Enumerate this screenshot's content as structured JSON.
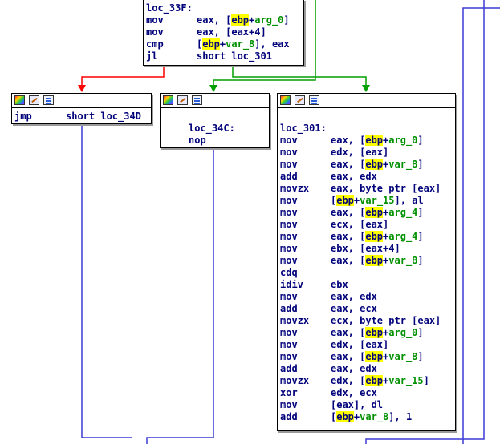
{
  "colors": {
    "branch_true": "#00a000",
    "branch_false": "#ff0000",
    "flow": "#3b3bd6",
    "highlight": "#ffff00"
  },
  "header_icons": [
    "color-palette-icon",
    "edit-icon",
    "graph-icon"
  ],
  "nodes": {
    "loc_33F": {
      "lines": [
        {
          "label": "loc_33F:"
        },
        {
          "mn": "mov",
          "op": [
            "eax, [",
            {
              "hl": "ebp"
            },
            "+",
            {
              "g": "arg_0"
            },
            "]"
          ]
        },
        {
          "mn": "mov",
          "op": [
            "eax, [eax+4]"
          ]
        },
        {
          "mn": "cmp",
          "op": [
            "[",
            {
              "hl": "ebp"
            },
            "+",
            {
              "g": "var_8"
            },
            "], eax"
          ]
        },
        {
          "mn": "jl",
          "op": [
            "short loc_301"
          ]
        }
      ]
    },
    "jmp_block": {
      "lines": [
        {
          "mn": "jmp",
          "op": [
            "short loc_34D"
          ]
        }
      ]
    },
    "loc_34C": {
      "lines": [
        {
          "label": ""
        },
        {
          "label": "loc_34C:"
        },
        {
          "mn": "nop",
          "op": [
            ""
          ]
        }
      ]
    },
    "loc_301": {
      "lines": [
        {
          "label": ""
        },
        {
          "label": "loc_301:"
        },
        {
          "mn": "mov",
          "op": [
            "eax, [",
            {
              "hl": "ebp"
            },
            "+",
            {
              "g": "arg_0"
            },
            "]"
          ]
        },
        {
          "mn": "mov",
          "op": [
            "edx, [eax]"
          ]
        },
        {
          "mn": "mov",
          "op": [
            "eax, [",
            {
              "hl": "ebp"
            },
            "+",
            {
              "g": "var_8"
            },
            "]"
          ]
        },
        {
          "mn": "add",
          "op": [
            "eax, edx"
          ]
        },
        {
          "mn": "movzx",
          "op": [
            "eax, byte ptr [eax]"
          ]
        },
        {
          "mn": "mov",
          "op": [
            "[",
            {
              "hl": "ebp"
            },
            "+",
            {
              "g": "var_15"
            },
            "], al"
          ]
        },
        {
          "mn": "mov",
          "op": [
            "eax, [",
            {
              "hl": "ebp"
            },
            "+",
            {
              "g": "arg_4"
            },
            "]"
          ]
        },
        {
          "mn": "mov",
          "op": [
            "ecx, [eax]"
          ]
        },
        {
          "mn": "mov",
          "op": [
            "eax, [",
            {
              "hl": "ebp"
            },
            "+",
            {
              "g": "arg_4"
            },
            "]"
          ]
        },
        {
          "mn": "mov",
          "op": [
            "ebx, [eax+4]"
          ]
        },
        {
          "mn": "mov",
          "op": [
            "eax, [",
            {
              "hl": "ebp"
            },
            "+",
            {
              "g": "var_8"
            },
            "]"
          ]
        },
        {
          "mn": "cdq",
          "op": [
            ""
          ]
        },
        {
          "mn": "idiv",
          "op": [
            "ebx"
          ]
        },
        {
          "mn": "mov",
          "op": [
            "eax, edx"
          ]
        },
        {
          "mn": "add",
          "op": [
            "eax, ecx"
          ]
        },
        {
          "mn": "movzx",
          "op": [
            "ecx, byte ptr [eax]"
          ]
        },
        {
          "mn": "mov",
          "op": [
            "eax, [",
            {
              "hl": "ebp"
            },
            "+",
            {
              "g": "arg_0"
            },
            "]"
          ]
        },
        {
          "mn": "mov",
          "op": [
            "edx, [eax]"
          ]
        },
        {
          "mn": "mov",
          "op": [
            "eax, [",
            {
              "hl": "ebp"
            },
            "+",
            {
              "g": "var_8"
            },
            "]"
          ]
        },
        {
          "mn": "add",
          "op": [
            "eax, edx"
          ]
        },
        {
          "mn": "movzx",
          "op": [
            "edx, [",
            {
              "hl": "ebp"
            },
            "+",
            {
              "g": "var_15"
            },
            "]"
          ]
        },
        {
          "mn": "xor",
          "op": [
            "edx, ecx"
          ]
        },
        {
          "mn": "mov",
          "op": [
            "[eax], dl"
          ]
        },
        {
          "mn": "add",
          "op": [
            "[",
            {
              "hl": "ebp"
            },
            "+",
            {
              "g": "var_8"
            },
            "], 1"
          ]
        }
      ]
    }
  }
}
